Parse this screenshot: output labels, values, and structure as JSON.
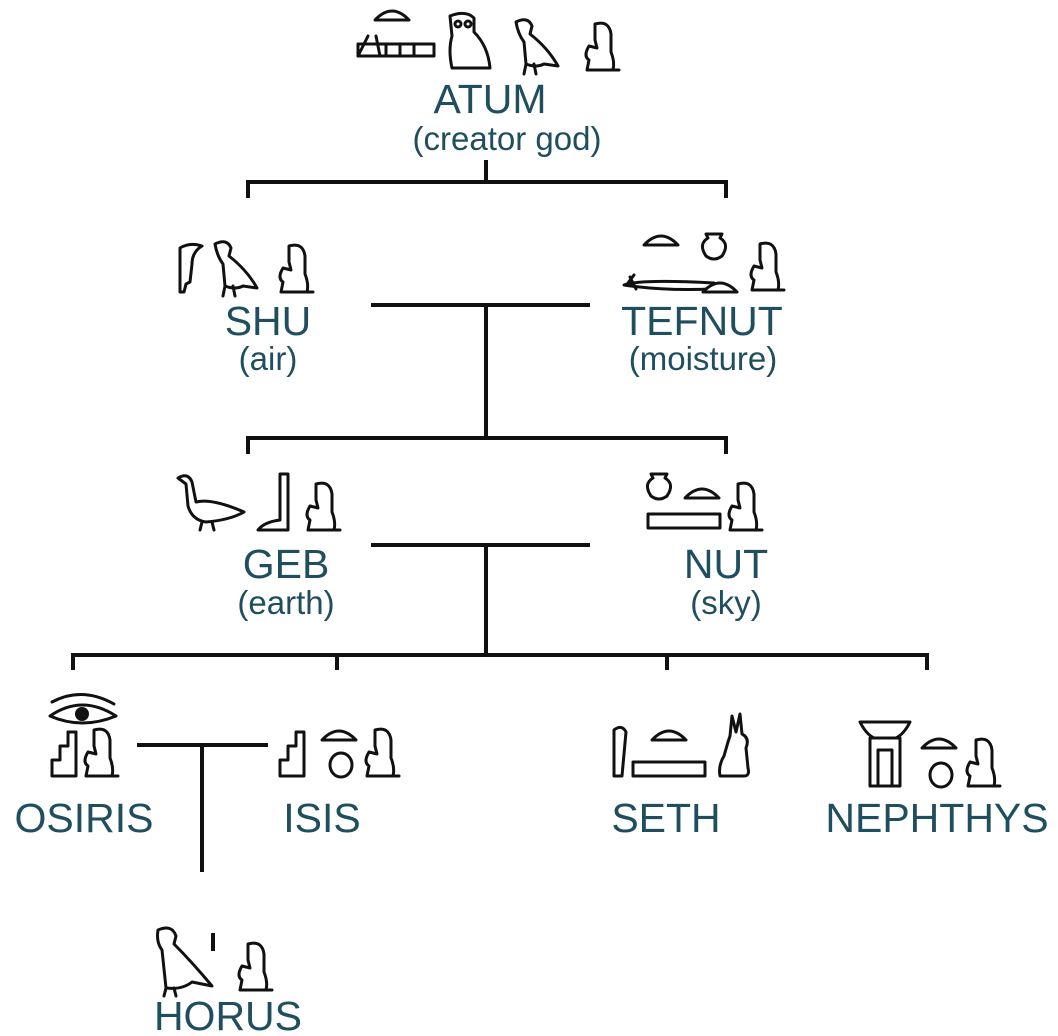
{
  "nodes": {
    "atum": {
      "name": "ATUM",
      "role": "(creator god)"
    },
    "shu": {
      "name": "SHU",
      "role": "(air)"
    },
    "tefnut": {
      "name": "TEFNUT",
      "role": "(moisture)"
    },
    "geb": {
      "name": "GEB",
      "role": "(earth)"
    },
    "nut": {
      "name": "NUT",
      "role": "(sky)"
    },
    "osiris": {
      "name": "OSIRIS"
    },
    "isis": {
      "name": "ISIS"
    },
    "seth": {
      "name": "SETH"
    },
    "nephthys": {
      "name": "NEPHTHYS"
    },
    "horus": {
      "name": "HORUS"
    }
  },
  "colors": {
    "label": "#1f4e5f",
    "line": "#111111",
    "background": "#ffffff"
  },
  "icons": {
    "atum": "atum-hieroglyph-icon",
    "shu": "shu-hieroglyph-icon",
    "tefnut": "tefnut-hieroglyph-icon",
    "geb": "geb-hieroglyph-icon",
    "nut": "nut-hieroglyph-icon",
    "osiris": "osiris-hieroglyph-icon",
    "isis": "isis-hieroglyph-icon",
    "seth": "seth-hieroglyph-icon",
    "nephthys": "nephthys-hieroglyph-icon",
    "horus": "horus-hieroglyph-icon"
  }
}
